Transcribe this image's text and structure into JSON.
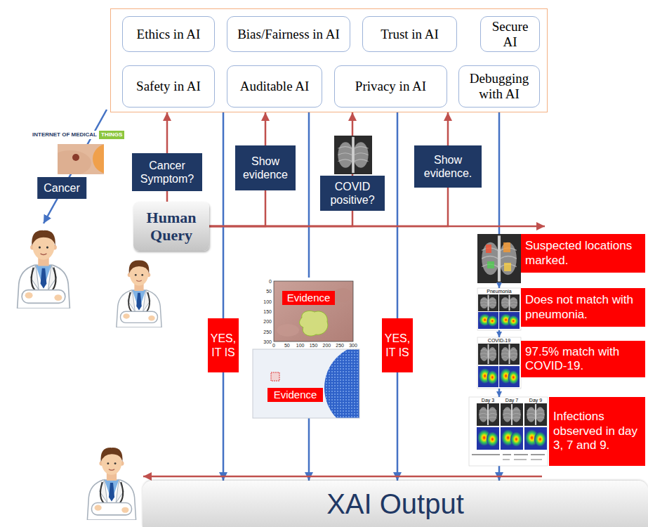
{
  "diagram": {
    "nodes": [
      {
        "text": []
      },
      {
        "text": [
          "Ethics in AI"
        ],
        "in": 0
      },
      {
        "text": [
          "Bias/Fairness in AI"
        ],
        "in": 0
      },
      {
        "text": [
          "Trust in AI"
        ],
        "in": 0
      },
      {
        "text": [
          "Secure AI"
        ],
        "in": 0
      },
      {
        "text": [
          "Safety in AI"
        ],
        "in": 0
      },
      {
        "text": [
          "Auditable AI"
        ],
        "in": 0
      },
      {
        "text": [
          "Privacy in AI"
        ],
        "in": 0
      },
      {
        "text": [
          "Debugging with AI"
        ],
        "in": 0
      },
      {
        "text": [
          "Human Query"
        ]
      },
      {
        "text": [
          "Suspected locations marked."
        ]
      },
      {
        "text": [
          "Evidence"
        ]
      },
      {
        "text": [
          "Does not match with pneumonia."
        ]
      },
      {
        "text": [
          "97.5% match with COVID-19."
        ]
      },
      {
        "text": [
          "Evidence"
        ]
      },
      {
        "text": [
          "Infections observed in day 3, 7 and 9."
        ]
      },
      {
        "text": [
          "XAI Output"
        ]
      }
    ],
    "edges": [
      {
        "from": 9,
        "to": 0,
        "arrow": "to",
        "label": "Cancer Symptom?"
      },
      {
        "from": 9,
        "to": 0,
        "arrow": "to",
        "label": "Show evidence"
      },
      {
        "from": 9,
        "to": 0,
        "arrow": "to",
        "label": "COVID positive?"
      },
      {
        "from": 9,
        "to": 0,
        "arrow": "to",
        "label": "Show evidence."
      },
      {
        "from": 0,
        "to": 16,
        "arrow": "to",
        "label": "YES, IT IS"
      },
      {
        "from": 0,
        "to": 16,
        "arrow": "to"
      },
      {
        "from": 0,
        "to": 16,
        "arrow": "to",
        "label": "YES, IT IS"
      },
      {
        "from": 0,
        "to": 16,
        "arrow": "to"
      }
    ],
    "labels": [
      "INTERNET OF MEDICAL",
      "THINGS",
      "Cancer",
      "0",
      "50",
      "100",
      "150",
      "200",
      "250",
      "300",
      "0",
      "50",
      "100",
      "150",
      "200",
      "250",
      "300",
      "Pneumonia",
      "COVID-19",
      "Day 3",
      "Day 7",
      "Day 9"
    ]
  }
}
